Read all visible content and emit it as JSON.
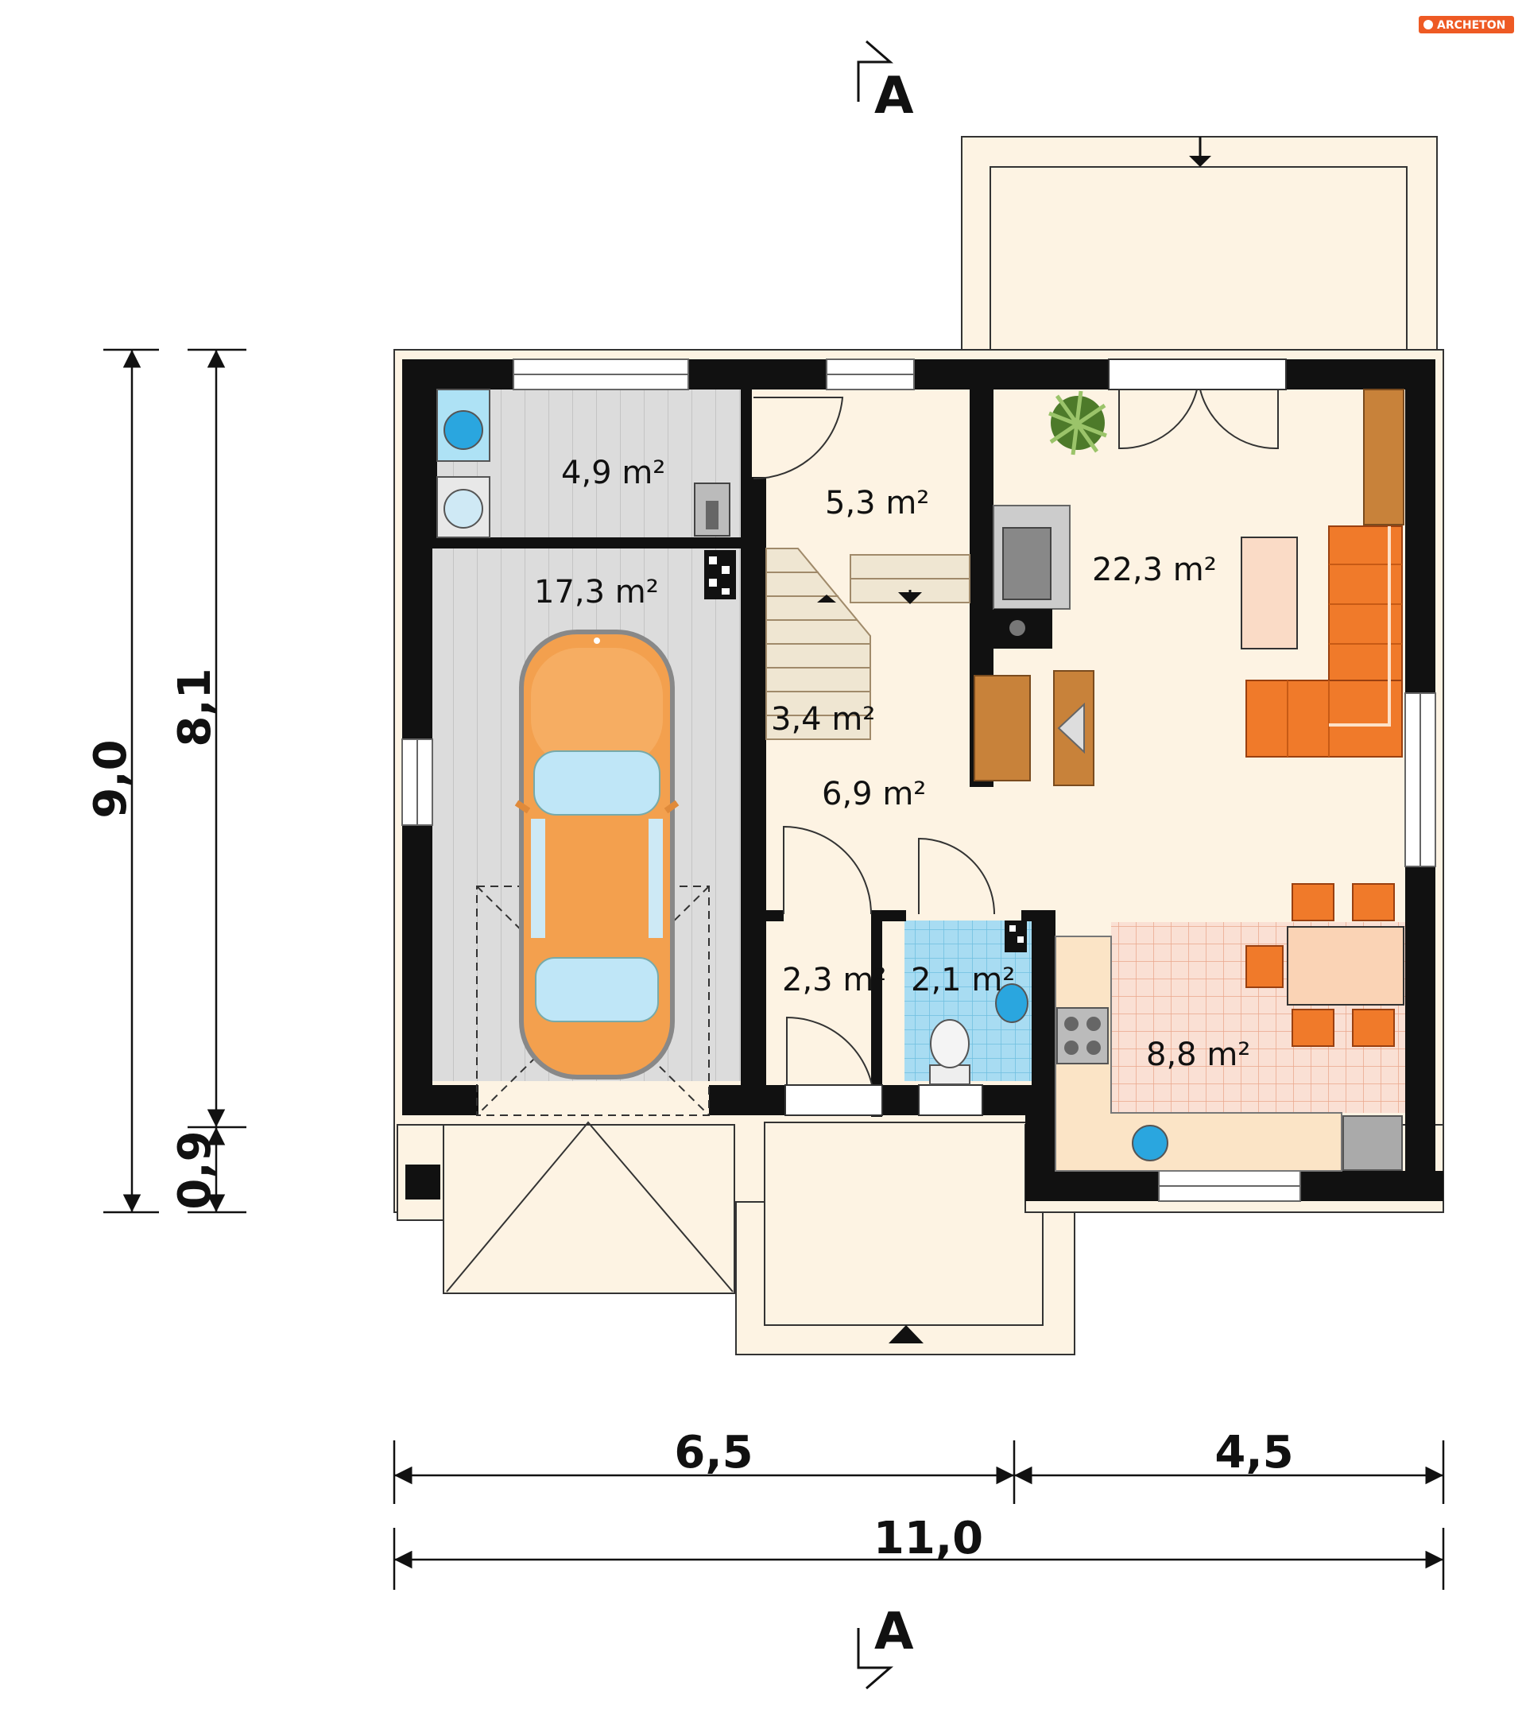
{
  "logo": {
    "text": "ARCHETON",
    "color": "#ee5a24"
  },
  "section_marker": {
    "top": "A",
    "bottom": "A"
  },
  "rooms": [
    {
      "id": "boiler",
      "area": "4,9 m²"
    },
    {
      "id": "vestibule",
      "area": "5,3 m²"
    },
    {
      "id": "living",
      "area": "22,3 m²"
    },
    {
      "id": "garage",
      "area": "17,3 m²"
    },
    {
      "id": "stairs",
      "area": "3,4 m²"
    },
    {
      "id": "hall",
      "area": "6,9 m²"
    },
    {
      "id": "closet",
      "area": "2,3 m²"
    },
    {
      "id": "wc",
      "area": "2,1 m²"
    },
    {
      "id": "kitchen",
      "area": "8,8 m²"
    }
  ],
  "dimensions": {
    "left_total": "9,0",
    "left_inner": "8,1",
    "left_small": "0,9",
    "bottom_left": "6,5",
    "bottom_right": "4,5",
    "bottom_total": "11,0"
  },
  "colors": {
    "wall": "#111111",
    "floor": "#fdf3e3",
    "garage_floor": "#d9d9d9",
    "wc_tile": "#a8dcf2",
    "kitchen_tile": "#f7d0c0",
    "sofa": "#f07a2a",
    "car": "#f39a4a",
    "wood": "#c8823a"
  }
}
